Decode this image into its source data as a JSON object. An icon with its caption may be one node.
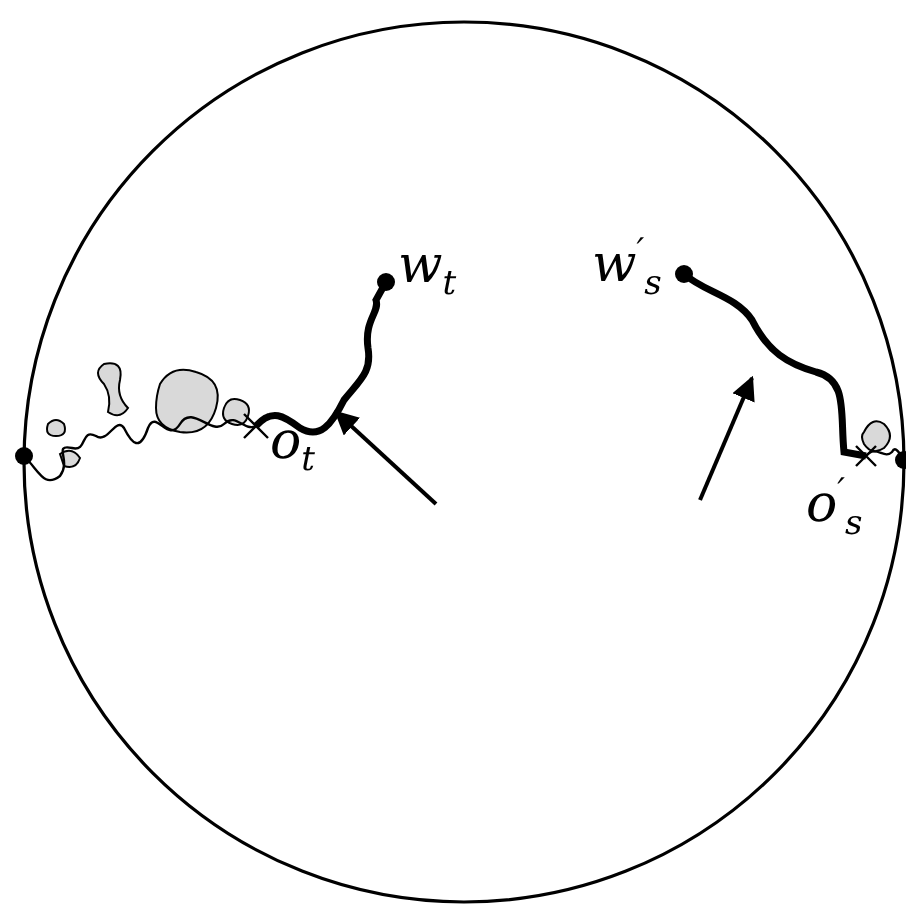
{
  "diagram": {
    "labels": [
      "w$_{t}$",
      "o$_{t}$",
      "w$^{′}$$_{s}$",
      "o$^{′}$$_{s}$"
    ]
  }
}
